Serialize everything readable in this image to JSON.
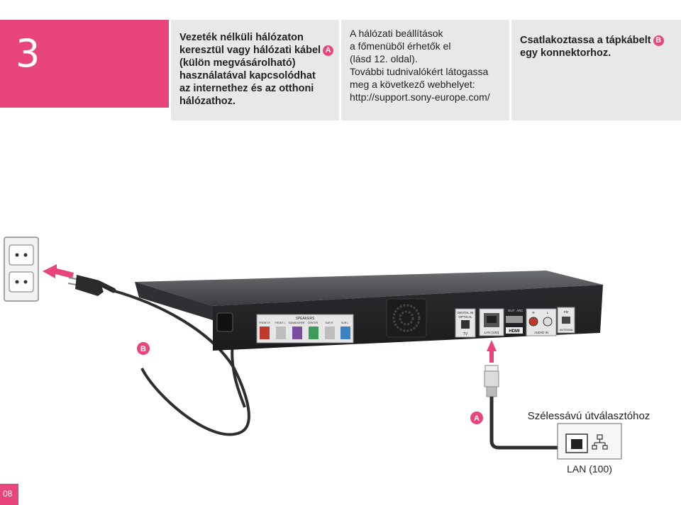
{
  "step": {
    "number": "3"
  },
  "panel1": {
    "lines": [
      "Vezeték nélküli hálózaton",
      "keresztül vagy hálózati kábel",
      "(külön megvásárolható)",
      "használatával kapcsolódhat",
      "az internethez és az otthoni",
      "hálózathoz."
    ],
    "badge": "A"
  },
  "panel2": {
    "lines": [
      "A hálózati beállítások",
      "a főmenüből érhetők el",
      "(lásd 12. oldal).",
      "További tudnivalókért látogassa",
      "meg a következő webhelyet:",
      "http://support.sony-europe.com/"
    ]
  },
  "panel3": {
    "lines": [
      "Csatlakoztassa a tápkábelt",
      "egy konnektorhoz."
    ],
    "badge": "B"
  },
  "illustration": {
    "label_a": "A",
    "label_b": "B",
    "router_caption": "Szélessávú útválasztóhoz",
    "router_port_label": "LAN (100)",
    "device": {
      "speakers_title": "SPEAKERS",
      "speaker_labels": [
        "FRONT R",
        "FRONT L",
        "SUBWOOFER",
        "CENTER",
        "SUR R",
        "SUR L"
      ],
      "digital_in": "DIGITAL IN",
      "optical": "OPTICAL",
      "tv": "TV",
      "lan": "LAN (100)",
      "hdmi_out": "OUT",
      "hdmi_arc": "ARC",
      "hdmi": "HDMI",
      "audio_r": "R",
      "audio_l": "L",
      "audio_in": "AUDIO IN",
      "fm": "FM",
      "antenna": "ANTENNA"
    }
  },
  "colors": {
    "accent": "#e8457a",
    "panel_bg": "#e8e8e8"
  },
  "page": {
    "number": "08"
  }
}
